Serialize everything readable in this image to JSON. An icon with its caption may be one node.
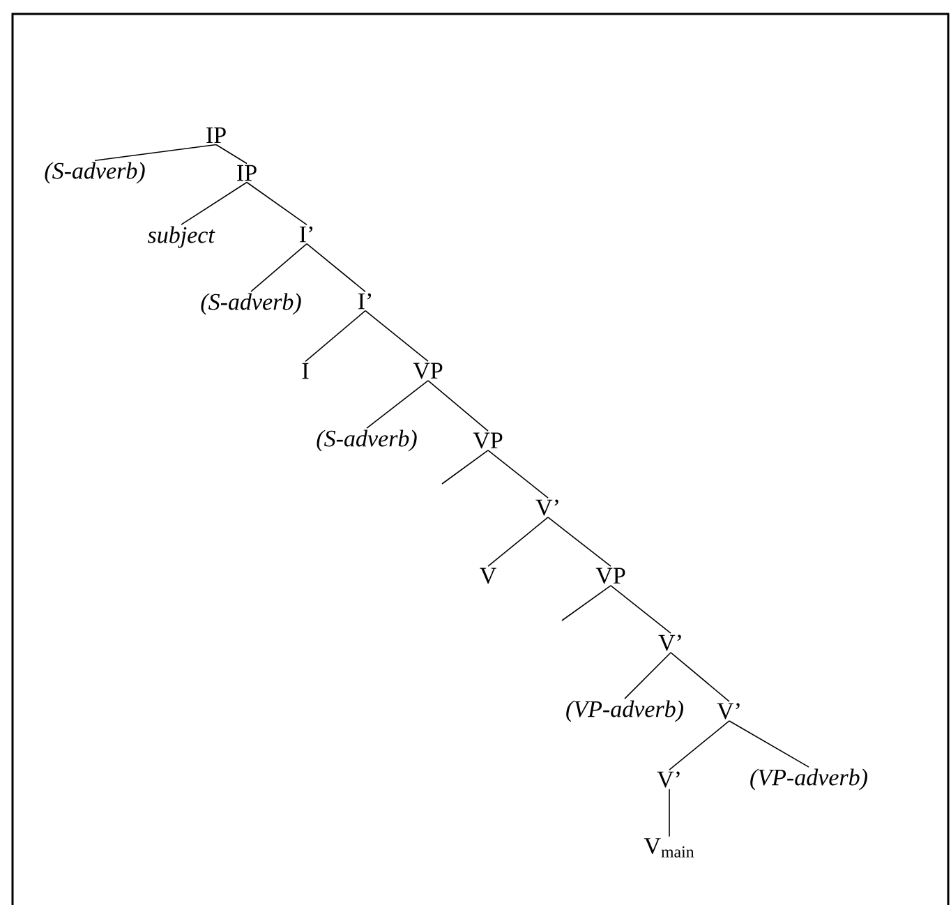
{
  "diagram": {
    "nodes": [
      {
        "text": [
          "IP"
        ]
      },
      {
        "text": [
          "*(S-adverb)*"
        ]
      },
      {
        "text": [
          "IP"
        ]
      },
      {
        "text": [
          "*subject*"
        ]
      },
      {
        "text": [
          "I’"
        ]
      },
      {
        "text": [
          "*(S-adverb)*"
        ]
      },
      {
        "text": [
          "I’"
        ]
      },
      {
        "text": [
          "I"
        ]
      },
      {
        "text": [
          "VP"
        ]
      },
      {
        "text": [
          "*(S-adverb)*"
        ]
      },
      {
        "text": [
          "VP"
        ]
      },
      {
        "text": [
          "V’"
        ]
      },
      {
        "text": [
          "V"
        ]
      },
      {
        "text": [
          "VP"
        ]
      },
      {
        "text": [
          "V’"
        ]
      },
      {
        "text": [
          "*(VP-adverb)*"
        ]
      },
      {
        "text": [
          "V’"
        ]
      },
      {
        "text": [
          "V’"
        ]
      },
      {
        "text": [
          "*(VP-adverb)*"
        ]
      },
      {
        "text": [
          "V$_{main}$"
        ]
      }
    ],
    "edges": [
      {
        "from": 0,
        "to": 1,
        "arrow": "none"
      },
      {
        "from": 0,
        "to": 2,
        "arrow": "none"
      },
      {
        "from": 2,
        "to": 3,
        "arrow": "none"
      },
      {
        "from": 2,
        "to": 4,
        "arrow": "none"
      },
      {
        "from": 4,
        "to": 5,
        "arrow": "none"
      },
      {
        "from": 4,
        "to": 6,
        "arrow": "none"
      },
      {
        "from": 6,
        "to": 7,
        "arrow": "none"
      },
      {
        "from": 6,
        "to": 8,
        "arrow": "none"
      },
      {
        "from": 8,
        "to": 9,
        "arrow": "none"
      },
      {
        "from": 8,
        "to": 10,
        "arrow": "none"
      },
      {
        "from": 10,
        "to": null,
        "arrow": "none"
      },
      {
        "from": 10,
        "to": 11,
        "arrow": "none"
      },
      {
        "from": 11,
        "to": 12,
        "arrow": "none"
      },
      {
        "from": 11,
        "to": 13,
        "arrow": "none"
      },
      {
        "from": 13,
        "to": null,
        "arrow": "none"
      },
      {
        "from": 13,
        "to": 14,
        "arrow": "none"
      },
      {
        "from": 14,
        "to": 15,
        "arrow": "none"
      },
      {
        "from": 14,
        "to": 16,
        "arrow": "none"
      },
      {
        "from": 16,
        "to": 17,
        "arrow": "none"
      },
      {
        "from": 16,
        "to": 18,
        "arrow": "none"
      },
      {
        "from": 17,
        "to": 19,
        "arrow": "none"
      }
    ]
  }
}
